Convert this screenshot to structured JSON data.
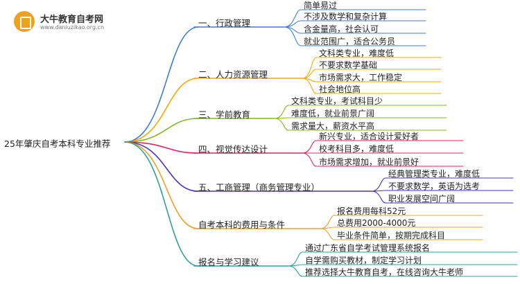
{
  "logo": {
    "title": "大牛教育自考网",
    "url": "www.daniuzikao.org.cn",
    "icon": "book-badge-icon"
  },
  "root": {
    "label": "25年肇庆自考本科专业推荐"
  },
  "branches": [
    {
      "label": "一、行政管理",
      "color": "#3b7dd8",
      "leaves": [
        "简单易过",
        "不涉及数学和复杂计算",
        "含金量高，社会认可",
        "就业范围广，适合公务员"
      ]
    },
    {
      "label": "二、人力资源管理",
      "color": "#f2a900",
      "leaves": [
        "文科类专业，难度低",
        "不要求数学基础",
        "市场需求大，工作稳定",
        "社会地位高"
      ]
    },
    {
      "label": "三、学前教育",
      "color": "#84b817",
      "leaves": [
        "文科类专业，考试科目少",
        "难度低，就业前景广阔",
        "需求量大，薪资水平高"
      ]
    },
    {
      "label": "四、视觉传达设计",
      "color": "#e0245e",
      "leaves": [
        "新兴专业，适合设计爱好者",
        "校考科目多，难度低",
        "市场需求增加，就业前景好"
      ]
    },
    {
      "label": "五、工商管理（商务管理专业）",
      "color": "#4a2fbd",
      "leaves": [
        "经典管理类专业，难度低",
        "不要求数学，英语为选考",
        "职业发展空间广阔"
      ]
    },
    {
      "label": "自考本科的费用与条件",
      "color": "#f0a020",
      "leaves": [
        "报名费用每科52元",
        "总费用2000-4000元",
        "毕业条件简单，按期完成科目"
      ]
    },
    {
      "label": "报名与学习建议",
      "color": "#2aa198",
      "leaves": [
        "通过广东省自学考试管理系统报名",
        "自学需购买教材，制定学习计划",
        "推荐选择大牛教育自考，在线咨询大牛老师"
      ]
    }
  ]
}
